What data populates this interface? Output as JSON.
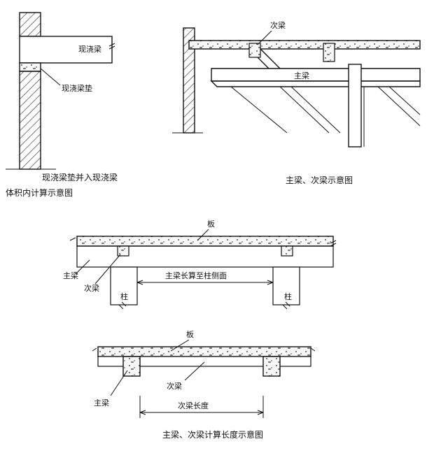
{
  "diagram1": {
    "beam_label": "现浇梁",
    "pad_label": "现浇梁垫",
    "caption_line1": "现浇梁垫并入现浇梁",
    "caption_line2": "体积内计算示意图"
  },
  "diagram2": {
    "secondary_beam_label": "次梁",
    "main_beam_label": "主梁",
    "caption": "主梁、次梁示意图"
  },
  "diagram3": {
    "slab_label": "板",
    "main_beam_label": "主梁",
    "secondary_beam_label": "次梁",
    "column_left_label": "柱",
    "column_right_label": "柱",
    "dimension_label": "主梁长算至柱侧面"
  },
  "diagram4": {
    "slab_label": "板",
    "secondary_beam_label": "次梁",
    "main_beam_label": "主梁",
    "dimension_label": "次梁长度",
    "caption": "主梁、次梁计算长度示意图"
  }
}
